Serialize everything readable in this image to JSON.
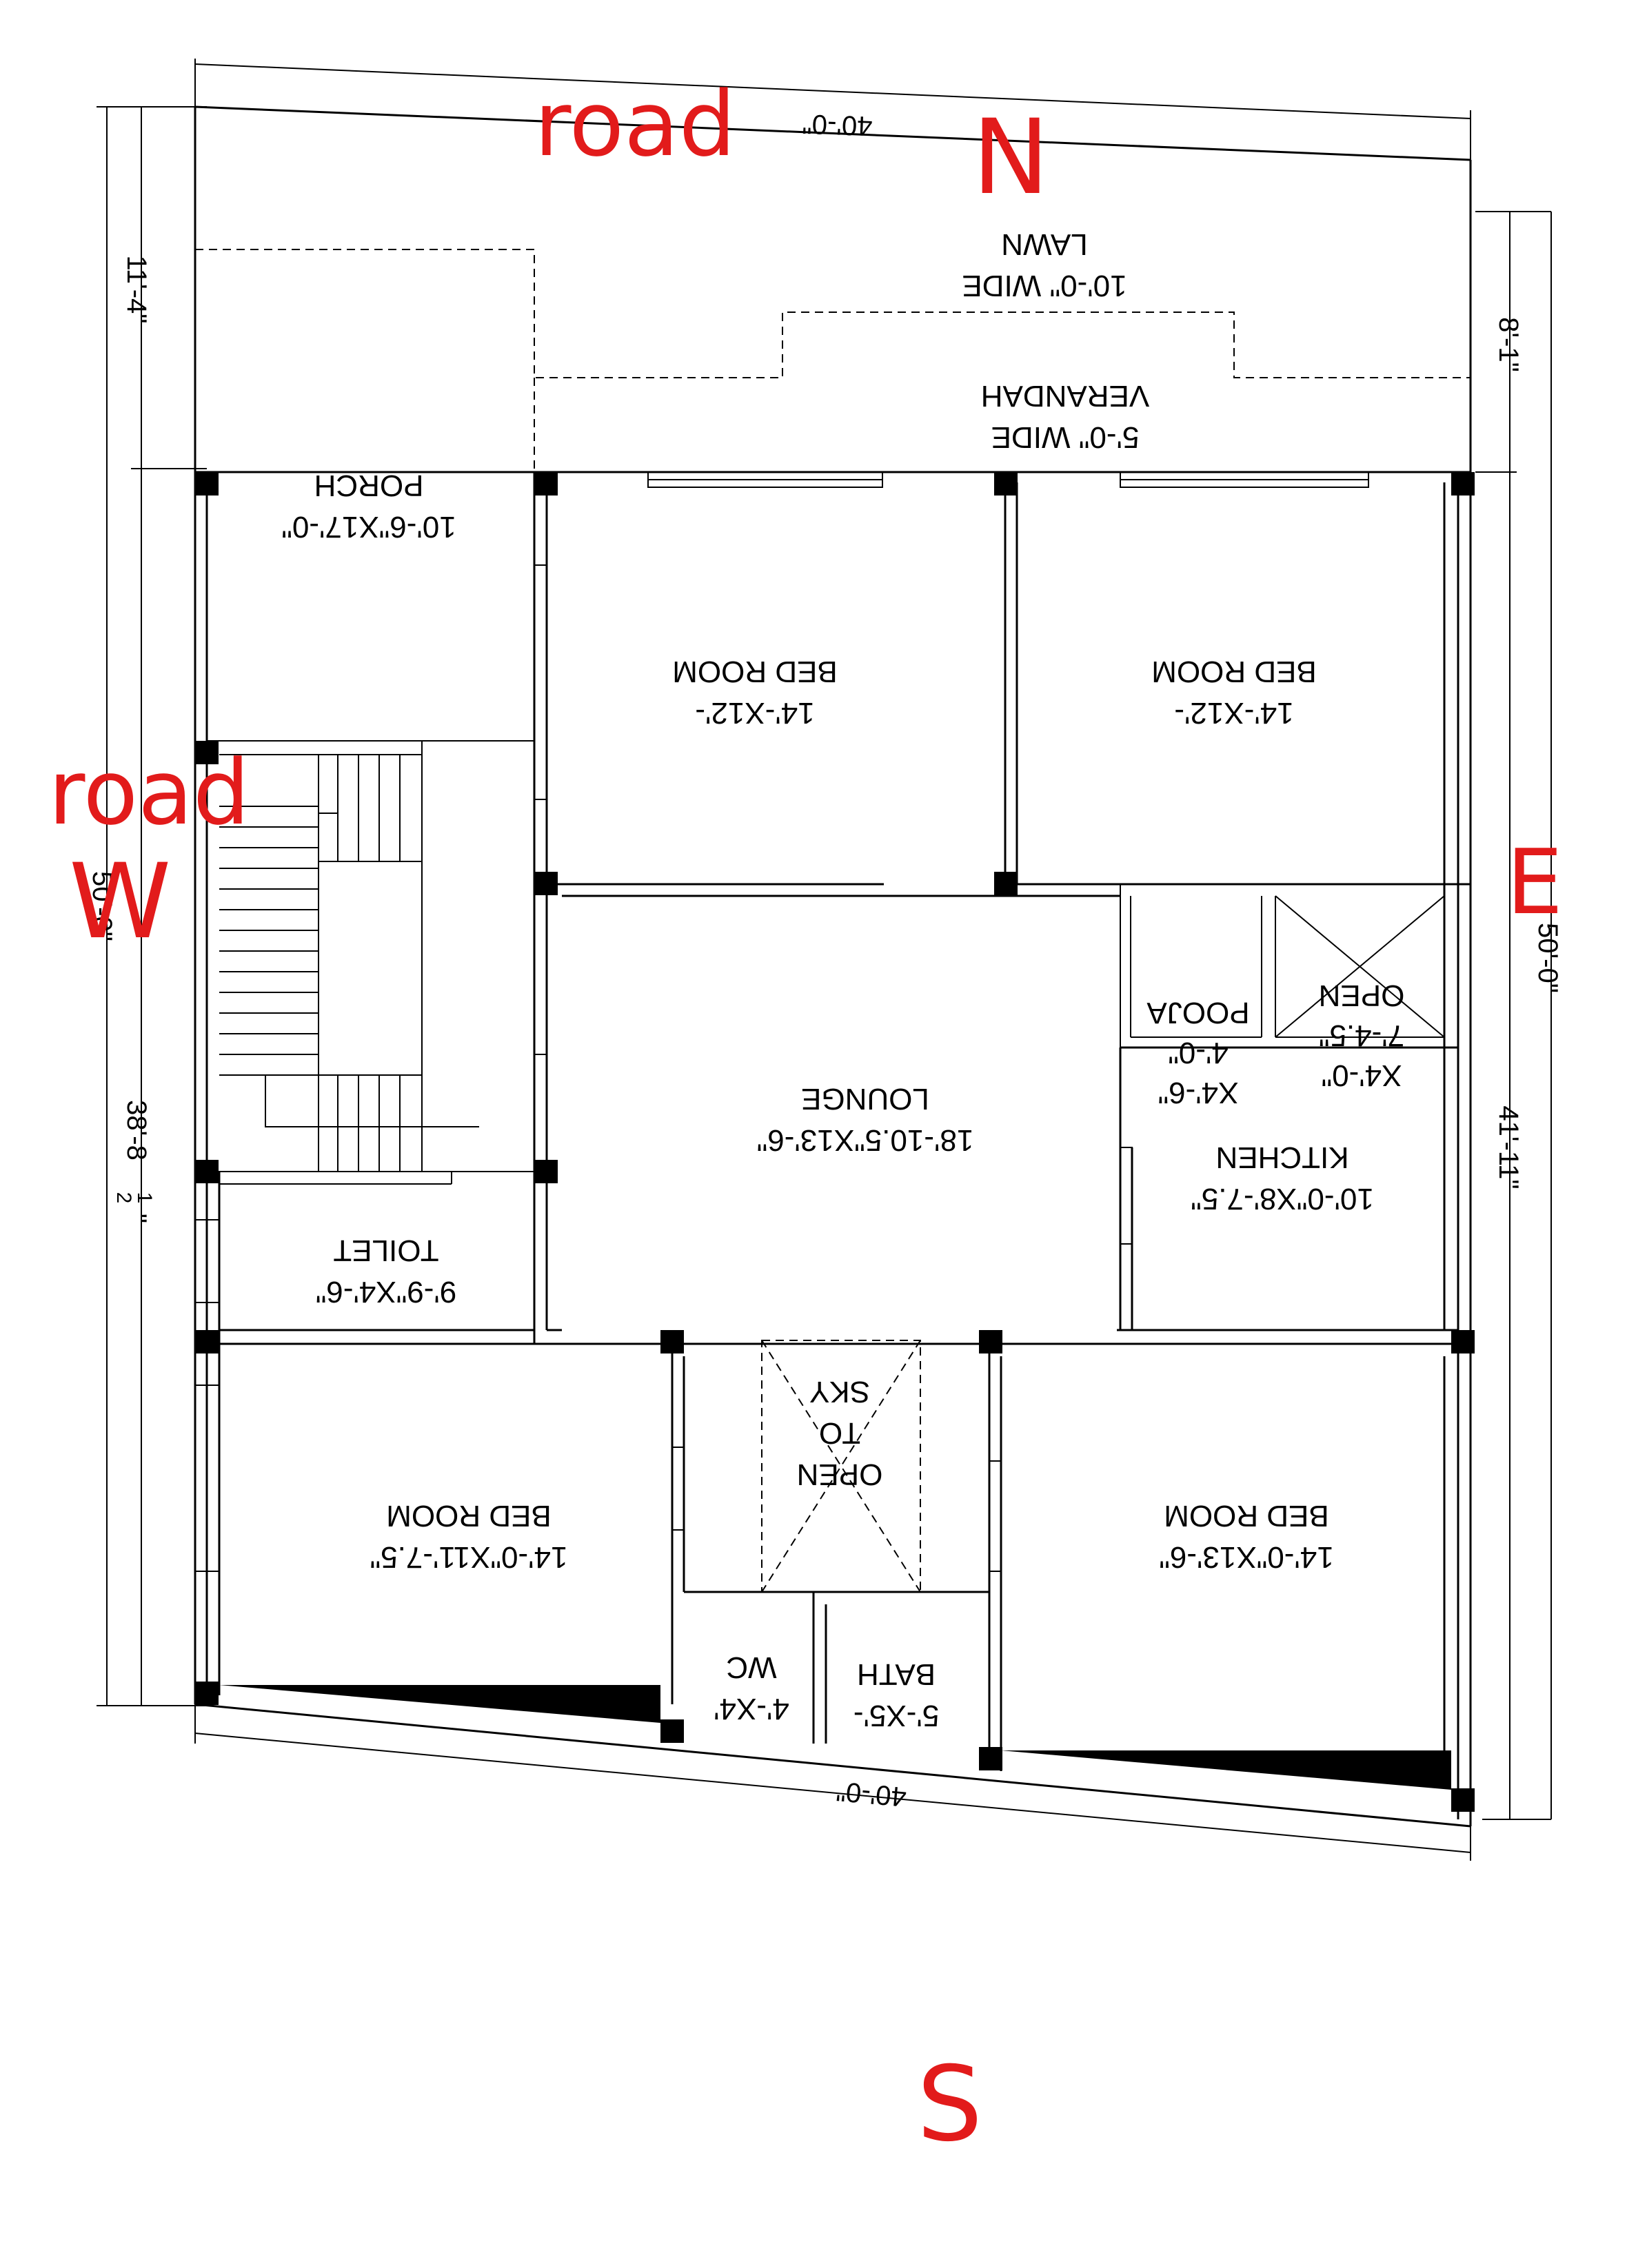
{
  "annotations": {
    "road_top": "road",
    "road_left": "road",
    "north": "N",
    "south": "S",
    "east": "E",
    "west": "W"
  },
  "dimensions": {
    "top_width": "40'-0\"",
    "bottom_width": "40'-0\"",
    "left_total": "50'-0\"",
    "left_upper": "11'-4\"",
    "left_lower": "38'-8",
    "left_lower_fraction_num": "1",
    "left_lower_fraction_den": "2",
    "left_lower_inch": "\"",
    "right_total": "50'-0\"",
    "right_upper": "8'-1\"",
    "right_lower": "41'-11\""
  },
  "rooms": {
    "lawn": {
      "name": "LAWN",
      "size": "10'-0\" WIDE"
    },
    "verandah": {
      "name": "VERANDAH",
      "size": "5'-0\" WIDE"
    },
    "porch": {
      "name": "PORCH",
      "size": "10'-6\"X17'-0\""
    },
    "bed_room_1": {
      "name": "BED ROOM",
      "size": "14'-X12'-"
    },
    "bed_room_2": {
      "name": "BED ROOM",
      "size": "14'-X12'-"
    },
    "pooja": {
      "name": "POOJA",
      "size_1": "4'-0\"",
      "size_2": "X4'-6\""
    },
    "open_top": {
      "name": "OPEN",
      "size_1": "7'-4.5\"",
      "size_2": "X4'-0\""
    },
    "lounge": {
      "name": "LOUNGE",
      "size": "18'-10.5\"X13'-6\""
    },
    "kitchen": {
      "name": "KITCHEN",
      "size": "10'-0\"X8'-7.5\""
    },
    "toilet": {
      "name": "TOILET",
      "size": "9'-9\"X4'-6\""
    },
    "bed_room_3": {
      "name": "BED ROOM",
      "size": "14'-0\"X11'-7.5\""
    },
    "open_sky": {
      "line_1": "OPEN",
      "line_2": "TO",
      "line_3": "SKY"
    },
    "bed_room_4": {
      "name": "BED ROOM",
      "size": "14'-0\"X13'-6\""
    },
    "wc": {
      "name": "WC",
      "size": "4'-X4'"
    },
    "bath": {
      "name": "BATH",
      "size": "5'-X5'-"
    }
  }
}
